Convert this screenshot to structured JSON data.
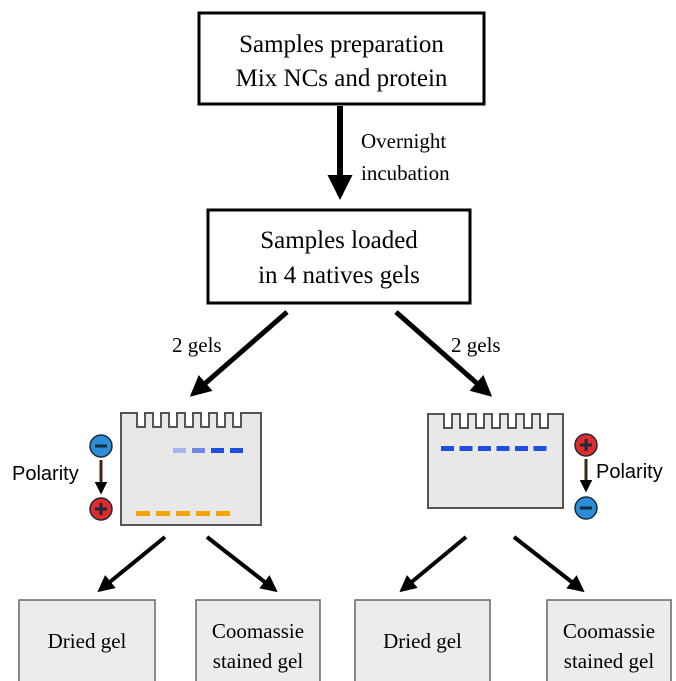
{
  "colors": {
    "gel_fill": "#e8e8e8",
    "gel_stroke": "#555555",
    "box_fill": "#ececec",
    "band_orange": "#f5a300",
    "band_blue": "#1f4fe0",
    "band_blue_light": "#a8b4ee",
    "band_blue_mid": "#6f86e8",
    "electrode_negative": "#2a8fd8",
    "electrode_positive": "#e02b2b",
    "arrow": "#000000"
  },
  "top_box": {
    "line1": "Samples preparation",
    "line2": "Mix NCs and protein"
  },
  "incubation": {
    "line1": "Overnight",
    "line2": "incubation"
  },
  "middle_box": {
    "line1": "Samples loaded",
    "line2": "in 4 natives gels"
  },
  "branches": {
    "left": {
      "label": "2 gels"
    },
    "right": {
      "label": "2 gels"
    }
  },
  "gels": {
    "left": {
      "polarity_label": "Polarity",
      "top_electrode": "negative",
      "bottom_electrode": "positive",
      "top_bands": [
        "band_blue_light",
        "band_blue_mid",
        "band_blue",
        "band_blue"
      ],
      "bottom_bands": [
        "band_orange",
        "band_orange",
        "band_orange",
        "band_orange",
        "band_orange"
      ]
    },
    "right": {
      "polarity_label": "Polarity",
      "top_electrode": "positive",
      "bottom_electrode": "negative",
      "top_bands": [
        "band_blue",
        "band_blue",
        "band_blue",
        "band_blue",
        "band_blue",
        "band_blue"
      ]
    }
  },
  "outcomes": {
    "left_dried": {
      "line1": "Dried gel"
    },
    "left_coomassie": {
      "line1": "Coomassie",
      "line2": "stained gel"
    },
    "right_dried": {
      "line1": "Dried gel"
    },
    "right_coomassie": {
      "line1": "Coomassie",
      "line2": "stained gel"
    }
  },
  "electrode_signs": {
    "negative": "−",
    "positive": "+"
  }
}
